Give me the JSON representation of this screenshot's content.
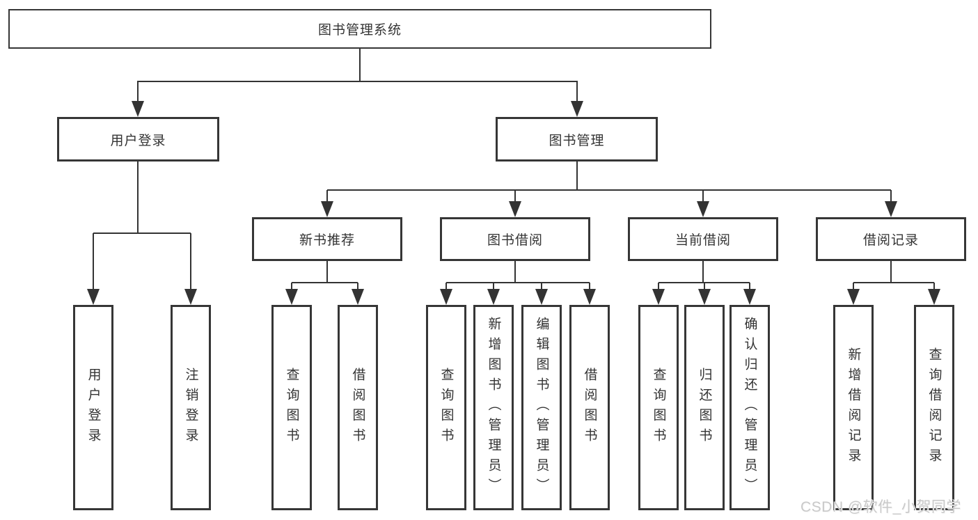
{
  "colors": {
    "line": "#333333",
    "box_border": "#363636",
    "text": "#333333",
    "background": "#ffffff",
    "watermark": "#c9c9c9"
  },
  "tree": {
    "root": {
      "label": "图书管理系统",
      "children": [
        {
          "label": "用户登录",
          "children": [
            {
              "label": "用户登录"
            },
            {
              "label": "注销登录"
            }
          ]
        },
        {
          "label": "图书管理",
          "children": [
            {
              "label": "新书推荐",
              "children": [
                {
                  "label": "查询图书"
                },
                {
                  "label": "借阅图书"
                }
              ]
            },
            {
              "label": "图书借阅",
              "children": [
                {
                  "label": "查询图书"
                },
                {
                  "label": "新增图书（管理员）"
                },
                {
                  "label": "编辑图书（管理员）"
                },
                {
                  "label": "借阅图书"
                }
              ]
            },
            {
              "label": "当前借阅",
              "children": [
                {
                  "label": "查询图书"
                },
                {
                  "label": "归还图书"
                },
                {
                  "label": "确认归还（管理员）"
                }
              ]
            },
            {
              "label": "借阅记录",
              "children": [
                {
                  "label": "新增借阅记录"
                },
                {
                  "label": "查询借阅记录"
                }
              ]
            }
          ]
        }
      ]
    }
  },
  "watermark": {
    "text": "CSDN @软件_小贺同学"
  }
}
